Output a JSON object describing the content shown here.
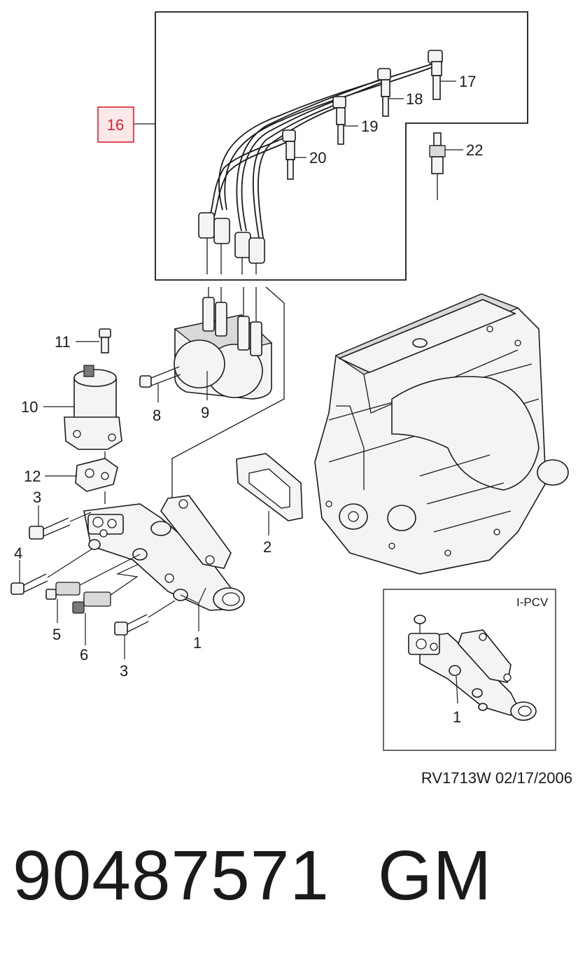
{
  "callouts": {
    "c1": "1",
    "c2": "2",
    "c3": "3",
    "c4": "4",
    "c5": "5",
    "c6": "6",
    "c8": "8",
    "c9": "9",
    "c10": "10",
    "c11": "11",
    "c12": "12",
    "c16": "16",
    "c17": "17",
    "c18": "18",
    "c19": "19",
    "c20": "20",
    "c22": "22"
  },
  "highlight": {
    "label": "16",
    "color": "#d9232d",
    "fill": "#fbe9ea"
  },
  "inset": {
    "title": "I-PCV",
    "callout": "1"
  },
  "drawing_code": "RV1713W  02/17/2006",
  "part_number": "90487571",
  "brand": "GM"
}
